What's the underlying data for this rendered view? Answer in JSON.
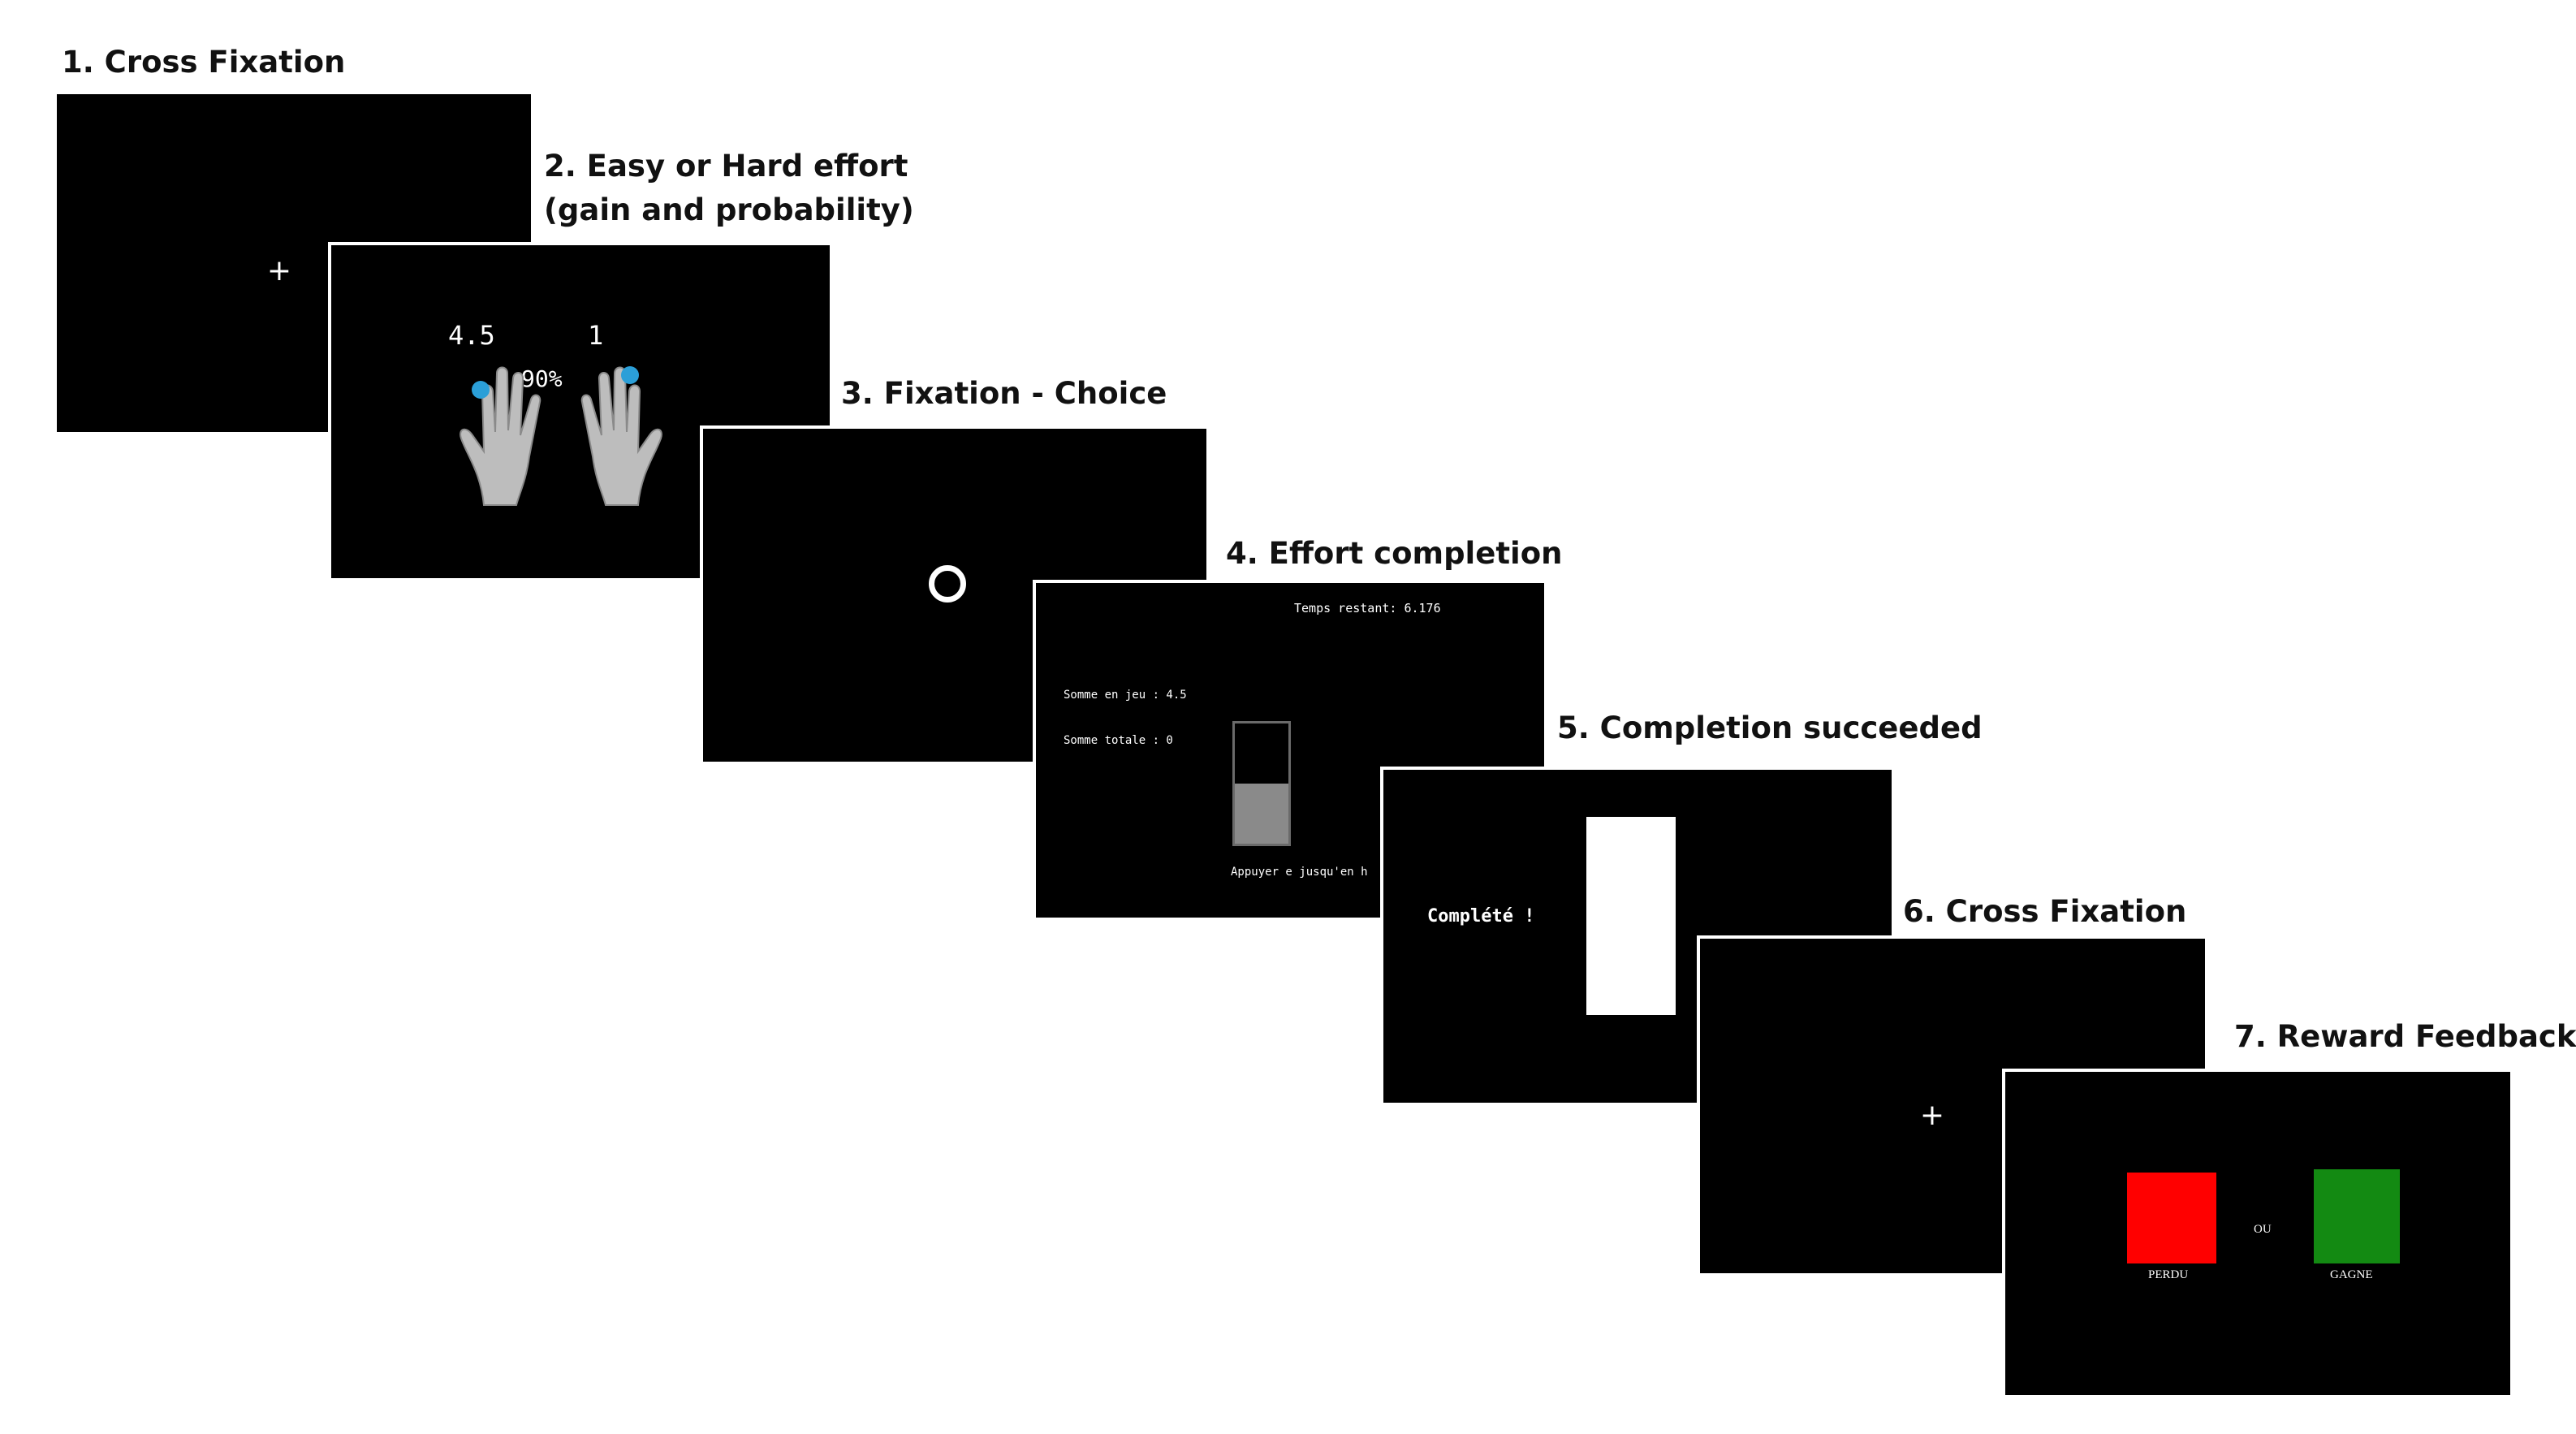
{
  "steps": [
    {
      "label": "1. Cross Fixation"
    },
    {
      "label": "2. Easy or Hard effort",
      "label2": "(gain and probability)"
    },
    {
      "label": "3. Fixation - Choice"
    },
    {
      "label": "4. Effort completion"
    },
    {
      "label": "5. Completion succeeded"
    },
    {
      "label": "6. Cross Fixation"
    },
    {
      "label": "7. Reward Feedback"
    }
  ],
  "screen1": {
    "symbol": "+"
  },
  "screen2": {
    "gain_left": "4.5",
    "gain_right": "1",
    "probability": "90%"
  },
  "screen4": {
    "timer": "Temps restant: 6.176",
    "stake": "Somme en jeu : 4.5",
    "total": "Somme totale : 0",
    "instruction": "Appuyer e jusqu'en h",
    "fill_fraction": 0.5
  },
  "screen5": {
    "message": "Complété !"
  },
  "screen6": {
    "symbol": "+"
  },
  "screen7": {
    "lose_label": "PERDU",
    "or_label": "OU",
    "win_label": "GAGNE",
    "lose_color": "#ff0000",
    "win_color": "#138a12"
  }
}
